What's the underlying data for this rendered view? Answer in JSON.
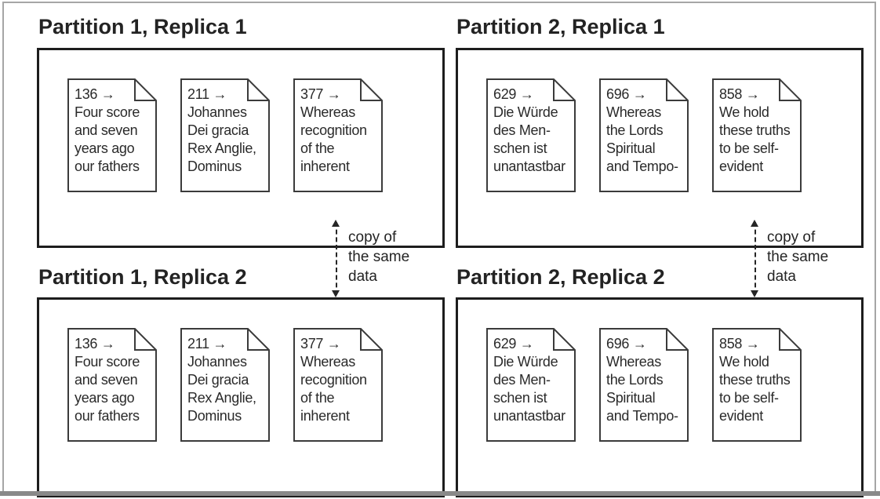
{
  "diagram": {
    "quadrants": [
      {
        "title": "Partition 1, Replica 1",
        "docs": [
          {
            "key": "136",
            "text": "136 →\nFour score\nand seven\nyears ago\nour fathers"
          },
          {
            "key": "211",
            "text": "211 →\nJohannes\nDei gracia\nRex Anglie,\nDominus"
          },
          {
            "key": "377",
            "text": "377 →\nWhereas\nrecognition\nof the\ninherent"
          }
        ]
      },
      {
        "title": "Partition 2, Replica 1",
        "docs": [
          {
            "key": "629",
            "text": "629 →\nDie Würde\ndes Men-\nschen ist\nunantastbar"
          },
          {
            "key": "696",
            "text": "696 →\nWhereas\nthe Lords\nSpiritual\nand Tempo-"
          },
          {
            "key": "858",
            "text": "858 →\nWe hold\nthese truths\nto be self-\nevident"
          }
        ]
      },
      {
        "title": "Partition 1, Replica 2",
        "docs": [
          {
            "key": "136",
            "text": "136 →\nFour score\nand seven\nyears ago\nour fathers"
          },
          {
            "key": "211",
            "text": "211 →\nJohannes\nDei gracia\nRex Anglie,\nDominus"
          },
          {
            "key": "377",
            "text": "377 →\nWhereas\nrecognition\nof the\ninherent"
          }
        ]
      },
      {
        "title": "Partition 2, Replica 2",
        "docs": [
          {
            "key": "629",
            "text": "629 →\nDie Würde\ndes Men-\nschen ist\nunantastbar"
          },
          {
            "key": "696",
            "text": "696 →\nWhereas\nthe Lords\nSpiritual\nand Tempo-"
          },
          {
            "key": "858",
            "text": "858 →\nWe hold\nthese truths\nto be self-\nevident"
          }
        ]
      }
    ],
    "sync_arrows": [
      {
        "label": "copy of\nthe same\ndata"
      },
      {
        "label": "copy of\nthe same\ndata"
      }
    ],
    "colors": {
      "box_border": "#1d1d1d",
      "doc_border": "#3b3b3b",
      "text": "#242424",
      "frame_border": "#a6a6a6",
      "bottom_bar": "#898989"
    }
  }
}
